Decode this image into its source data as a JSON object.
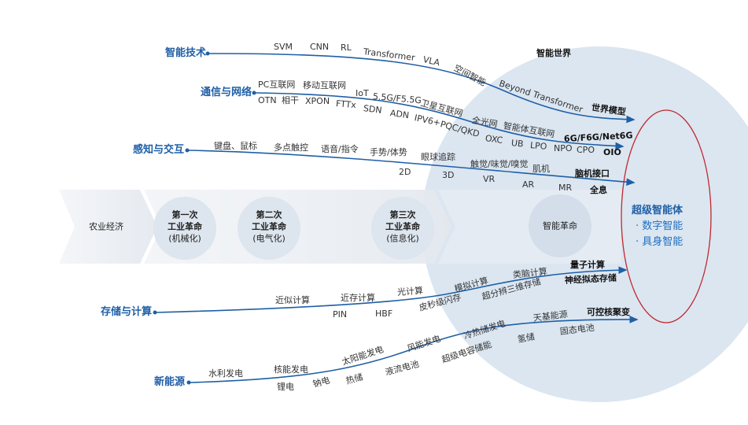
{
  "world_label": "智能世界",
  "categories": {
    "ai": "智能技术",
    "network": "通信与网络",
    "perception": "感知与交互",
    "storage": "存储与计算",
    "energy": "新能源"
  },
  "ai_items": [
    "SVM",
    "CNN",
    "RL",
    "Transformer",
    "VLA",
    "空间智能",
    "Beyond Transformer",
    "世界模型"
  ],
  "network_top": [
    "PC互联网",
    "移动互联网",
    "IoT",
    "5.5G/F5.5G",
    "卫星互联网",
    "全光网",
    "智能体互联网",
    "6G/F6G/Net6G"
  ],
  "network_bottom": [
    "OTN",
    "相干",
    "XPON",
    "FTTx",
    "SDN",
    "ADN",
    "IPV6+",
    "PQC/QKD",
    "OXC",
    "UB",
    "LPO",
    "NPO",
    "CPO",
    "OIO"
  ],
  "perception_top": [
    "键盘、鼠标",
    "多点触控",
    "语音/指令",
    "手势/体势",
    "眼球追踪",
    "触觉/味觉/嗅觉",
    "肌机",
    "脑机接口"
  ],
  "perception_bottom": [
    "2D",
    "3D",
    "VR",
    "AR",
    "MR",
    "全息"
  ],
  "storage_top": [
    "近似计算",
    "近存计算",
    "光计算",
    "模拟计算",
    "类脑计算",
    "量子计算"
  ],
  "storage_bottom": [
    "PIN",
    "HBF",
    "皮秒级闪存",
    "超分辨三维存储",
    "神经拟态存储"
  ],
  "energy_top": [
    "水利发电",
    "核能发电",
    "太阳能发电",
    "风能发电",
    "冷热储发电",
    "天基能源",
    "可控核聚变"
  ],
  "energy_bottom": [
    "锂电",
    "钠电",
    "热储",
    "液流电池",
    "超级电容储能",
    "氢储",
    "固态电池"
  ],
  "eras": {
    "agri": "农业经济",
    "first": {
      "a": "第一次",
      "b": "工业革命",
      "c": "(机械化)"
    },
    "second": {
      "a": "第二次",
      "b": "工业革命",
      "c": "(电气化)"
    },
    "third": {
      "a": "第三次",
      "b": "工业革命",
      "c": "(信息化)"
    },
    "ai": "智能革命"
  },
  "super": {
    "title": "超级智能体",
    "items": [
      "· 数字智能",
      "· 具身智能"
    ]
  },
  "colors": {
    "line": "#1f5fa6",
    "circle": "#dbe6f1",
    "ellipse": "#c0282d",
    "band": "#eef1f5"
  }
}
